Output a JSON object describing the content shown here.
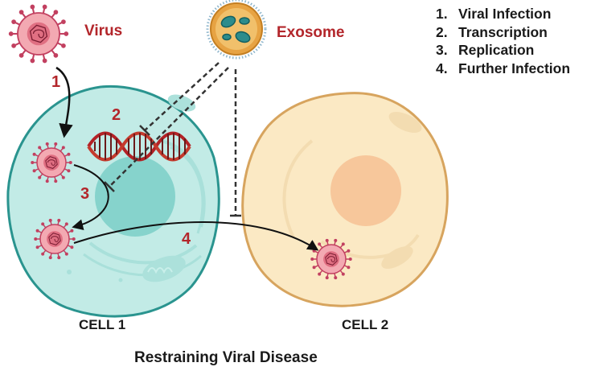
{
  "labels": {
    "virus": "Virus",
    "exosome": "Exosome",
    "cell1": "CELL 1",
    "cell2": "CELL 2",
    "title": "Restraining Viral Disease"
  },
  "steps": [
    "1",
    "2",
    "3",
    "4"
  ],
  "legend": [
    {
      "num": "1.",
      "text": "Viral Infection"
    },
    {
      "num": "2.",
      "text": "Transcription"
    },
    {
      "num": "3.",
      "text": "Replication"
    },
    {
      "num": "4.",
      "text": "Further Infection"
    }
  ],
  "colors": {
    "label_red": "#b3262b",
    "cell1_fill": "#c2ebe6",
    "cell1_border": "#2a948f",
    "nucleus1": "#86d3cc",
    "cell2_fill": "#fbe9c4",
    "cell2_border": "#d7a45e",
    "nucleus2": "#f7c79b",
    "virus_fill": "#f3a9b2",
    "virus_core": "#e06f82",
    "exosome_core": "#2c8c8c"
  },
  "icons": [
    "virus-icon",
    "exosome-icon",
    "dna-helix-icon",
    "mitochondria-icon",
    "inhibition-arrow-icon"
  ]
}
